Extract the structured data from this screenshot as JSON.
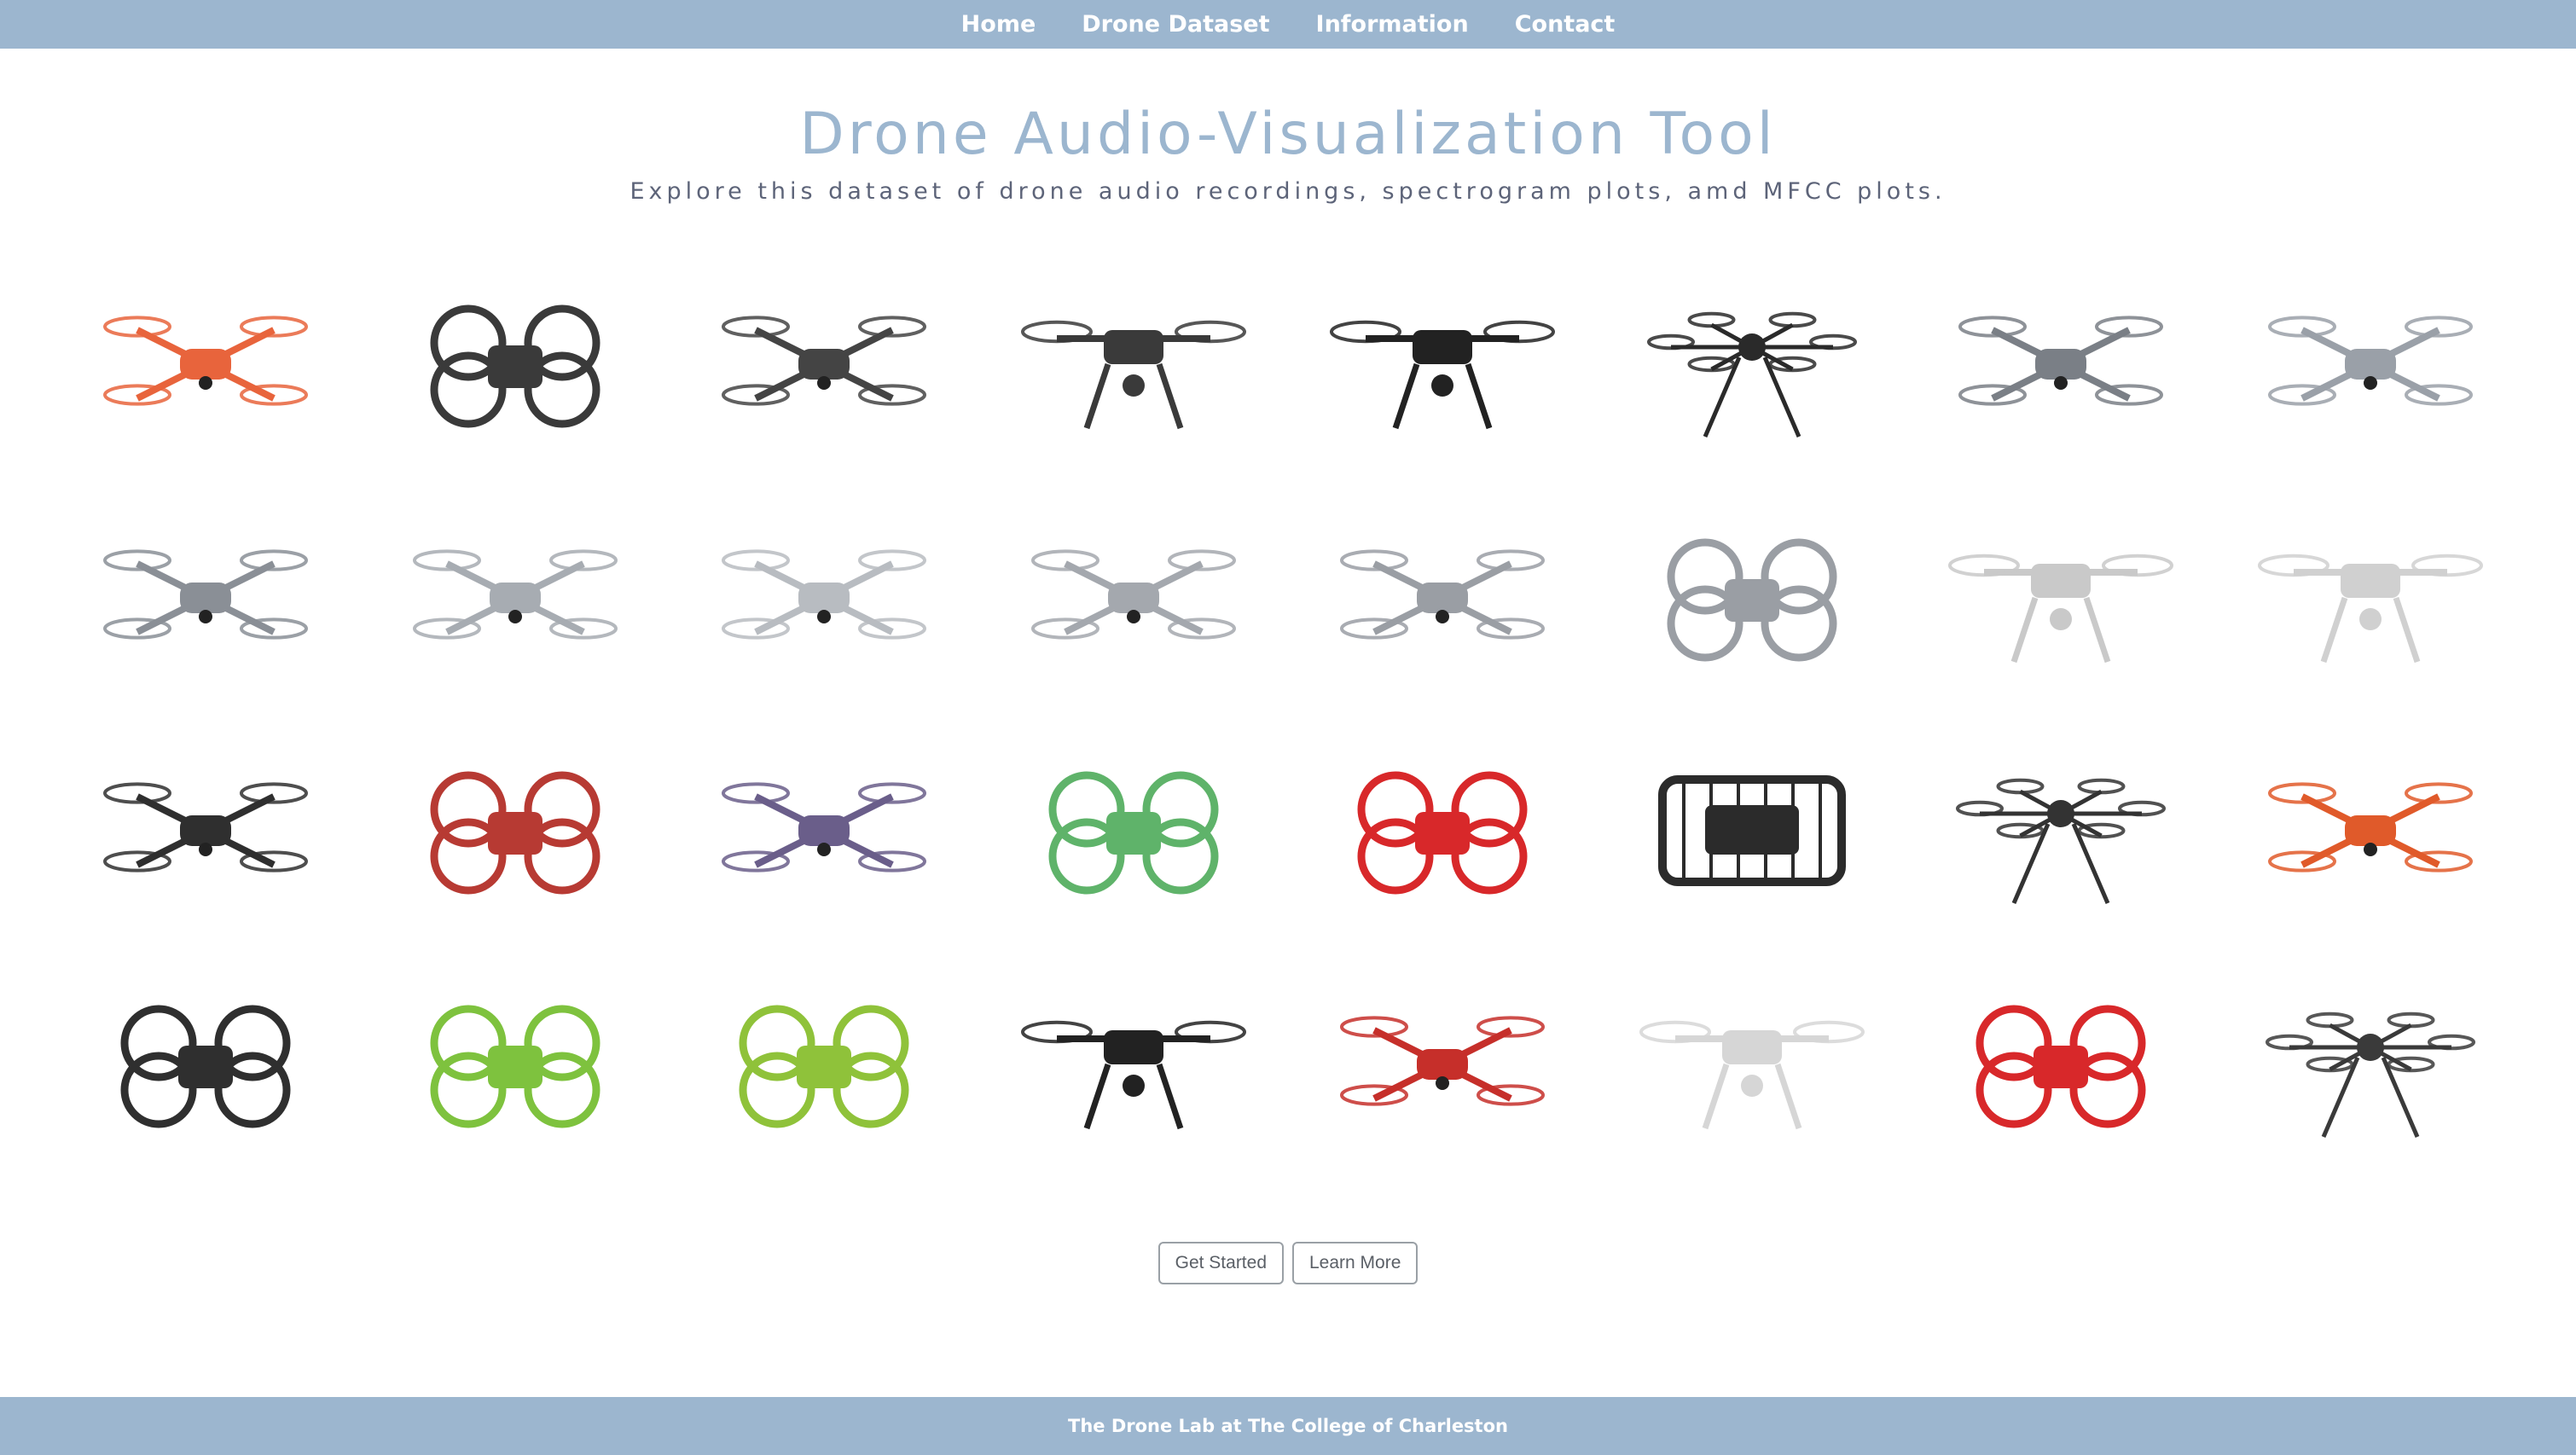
{
  "nav": {
    "links": [
      "Home",
      "Drone Dataset",
      "Information",
      "Contact"
    ]
  },
  "hero": {
    "title": "Drone Audio-Visualization Tool",
    "subtitle": "Explore this dataset of drone audio recordings, spectrogram plots, amd MFCC plots."
  },
  "drones": [
    {
      "icon": "quad-x-drone-icon",
      "color": "#e8643c"
    },
    {
      "icon": "ducted-fpv-drone-icon",
      "color": "#3a3a3a"
    },
    {
      "icon": "quad-x-drone-icon",
      "color": "#444444"
    },
    {
      "icon": "gimbal-drone-icon",
      "color": "#3a3a3a"
    },
    {
      "icon": "gimbal-drone-icon",
      "color": "#222222"
    },
    {
      "icon": "hexacopter-icon",
      "color": "#2a2a2a"
    },
    {
      "icon": "quad-x-drone-icon",
      "color": "#7a7f86"
    },
    {
      "icon": "quad-x-drone-icon",
      "color": "#9aa0a8"
    },
    {
      "icon": "quad-x-drone-icon",
      "color": "#8a8f96"
    },
    {
      "icon": "quad-x-drone-icon",
      "color": "#a7acb2"
    },
    {
      "icon": "quad-x-drone-icon",
      "color": "#b8bcc1"
    },
    {
      "icon": "quad-x-drone-icon",
      "color": "#a4a8ae"
    },
    {
      "icon": "quad-x-drone-icon",
      "color": "#9a9ea4"
    },
    {
      "icon": "ducted-fpv-drone-icon",
      "color": "#9a9ea4"
    },
    {
      "icon": "gimbal-drone-icon",
      "color": "#c9c9c9"
    },
    {
      "icon": "gimbal-drone-icon",
      "color": "#d0d0d0"
    },
    {
      "icon": "quad-x-drone-icon",
      "color": "#2f2f2f"
    },
    {
      "icon": "ducted-fpv-drone-icon",
      "color": "#b73a33"
    },
    {
      "icon": "quad-x-drone-icon",
      "color": "#6a5e8a"
    },
    {
      "icon": "ducted-fpv-drone-icon",
      "color": "#5fb36a"
    },
    {
      "icon": "ducted-fpv-drone-icon",
      "color": "#d8282a"
    },
    {
      "icon": "cage-drone-icon",
      "color": "#2b2b2b"
    },
    {
      "icon": "hexacopter-icon",
      "color": "#333333"
    },
    {
      "icon": "quad-x-drone-icon",
      "color": "#e05a2a"
    },
    {
      "icon": "ducted-fpv-drone-icon",
      "color": "#2f2f2f"
    },
    {
      "icon": "ducted-fpv-drone-icon",
      "color": "#7ec23e"
    },
    {
      "icon": "ducted-fpv-drone-icon",
      "color": "#8fc23a"
    },
    {
      "icon": "gimbal-drone-icon",
      "color": "#222222"
    },
    {
      "icon": "quad-x-drone-icon",
      "color": "#c62f2a"
    },
    {
      "icon": "gimbal-drone-icon",
      "color": "#d6d6d6"
    },
    {
      "icon": "ducted-fpv-drone-icon",
      "color": "#d8282a"
    },
    {
      "icon": "hexacopter-icon",
      "color": "#3a3a3a"
    }
  ],
  "buttons": {
    "get_started": "Get Started",
    "learn_more": "Learn More"
  },
  "footer": {
    "text": "The Drone Lab at The College of Charleston"
  }
}
